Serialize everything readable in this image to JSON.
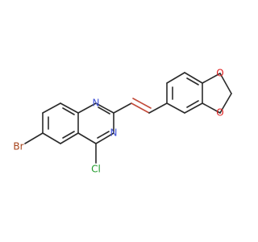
{
  "diagram": {
    "type": "chemical-structure",
    "atom_labels": {
      "n1": "N",
      "n3": "N",
      "o1": "O",
      "o2": "O",
      "br": "Br",
      "cl": "Cl"
    },
    "colors": {
      "bond": "#2b2b2b",
      "nitrogen": "#3f51d6",
      "oxygen": "#e01e1e",
      "bromine": "#a6431b",
      "chlorine": "#1f9a2a",
      "vinyl": "#c24b3a"
    }
  }
}
